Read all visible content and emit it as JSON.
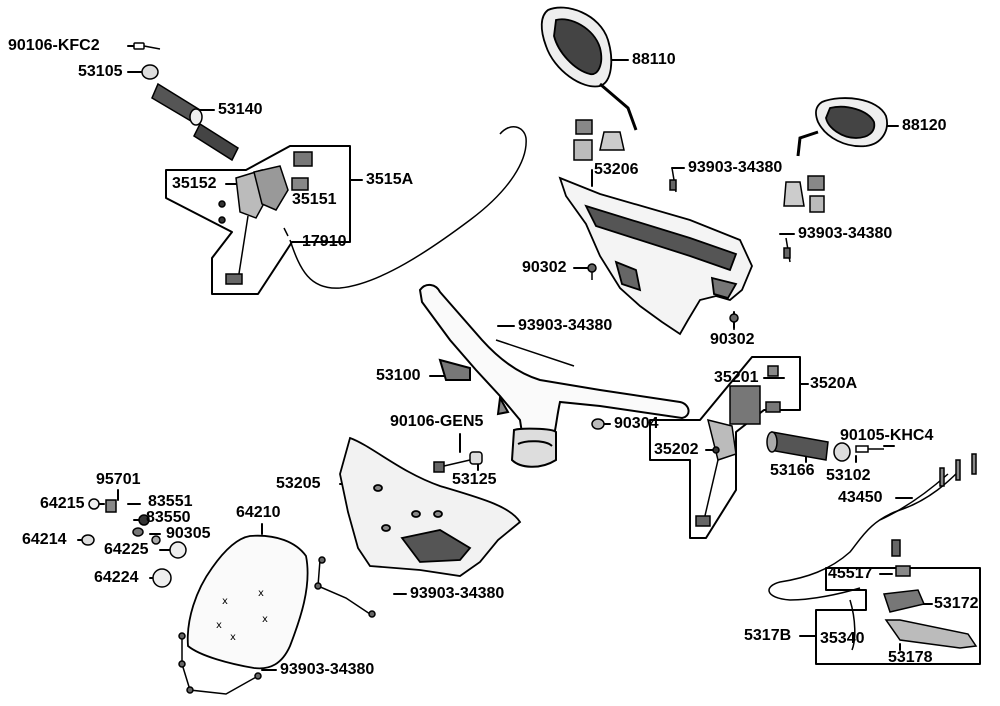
{
  "diagram": {
    "parts": {
      "p90106_kfc2": "90106-KFC2",
      "p53105": "53105",
      "p53140": "53140",
      "p35152": "35152",
      "p35151": "35151",
      "p3515a": "3515A",
      "p17910": "17910",
      "p88110": "88110",
      "p88120": "88120",
      "p53206": "53206",
      "p93903_top": "93903-34380",
      "p93903_right": "93903-34380",
      "p90302_left": "90302",
      "p90302_bottom": "90302",
      "p93903_mid": "93903-34380",
      "p53100": "53100",
      "p35201": "35201",
      "p3520a": "3520A",
      "p90106_gen5": "90106-GEN5",
      "p90304": "90304",
      "p35202": "35202",
      "p90105_khc4": "90105-KHC4",
      "p53166": "53166",
      "p53102": "53102",
      "p53205": "53205",
      "p53125": "53125",
      "p43450": "43450",
      "p95701": "95701",
      "p64215": "64215",
      "p83551": "83551",
      "p83550": "83550",
      "p90305": "90305",
      "p64214": "64214",
      "p64225": "64225",
      "p64224": "64224",
      "p64210": "64210",
      "p93903_screen": "93903-34380",
      "p93903_bottom": "93903-34380",
      "p45517": "45517",
      "p53172": "53172",
      "p5317b": "5317B",
      "p35340": "35340",
      "p53178": "53178"
    }
  }
}
